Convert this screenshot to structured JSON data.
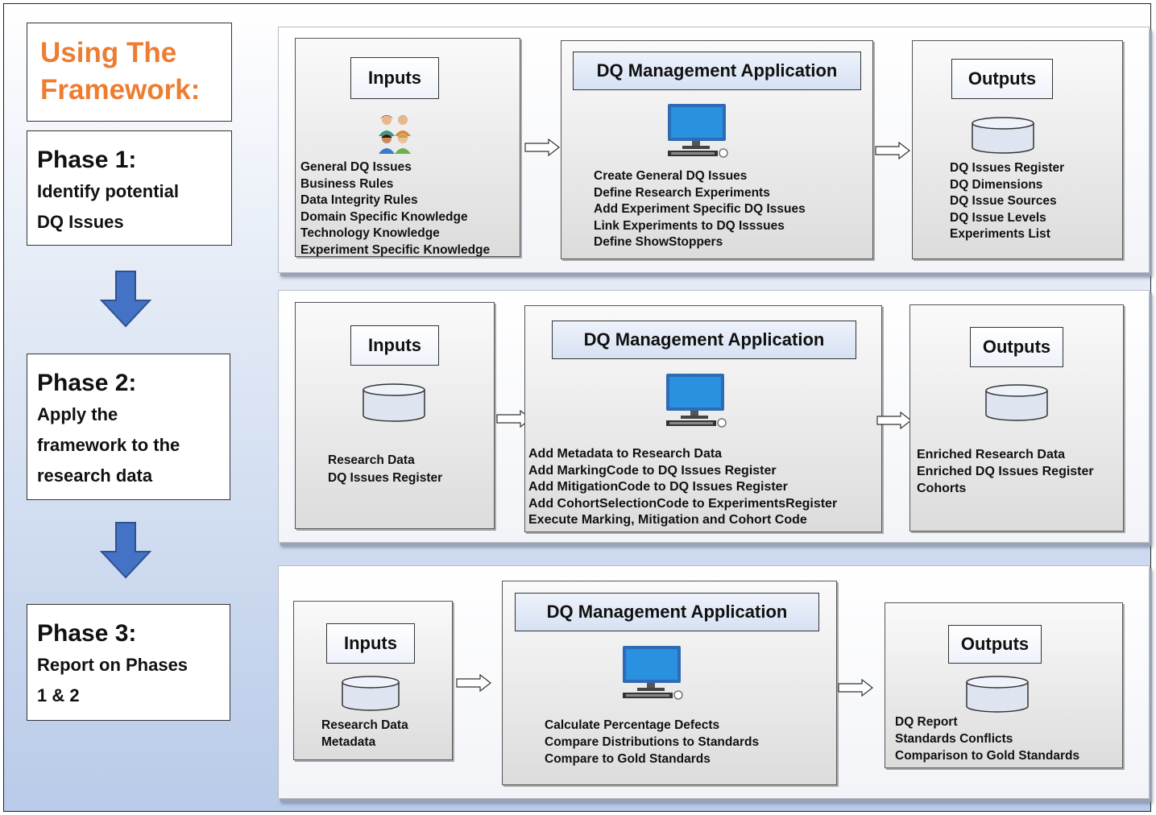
{
  "title": {
    "line1": "Using The",
    "line2": "Framework:"
  },
  "phases": [
    {
      "label": "Phase 1:",
      "desc": "Identify potential\nDQ Issues"
    },
    {
      "label": "Phase 2:",
      "desc": "Apply the\nframework to the\nresearch data"
    },
    {
      "label": "Phase 3:",
      "desc": "Report on Phases\n1 & 2"
    }
  ],
  "rows": [
    {
      "inputs_title": "Inputs",
      "inputs": [
        "General DQ Issues",
        "Business Rules",
        "Data Integrity Rules",
        "Domain Specific Knowledge",
        "Technology Knowledge",
        "Experiment Specific Knowledge"
      ],
      "app_title": "DQ Management Application",
      "app_steps": [
        "Create General DQ Issues",
        "Define Research Experiments",
        "Add Experiment Specific DQ Issues",
        "Link Experiments to DQ Isssues",
        "Define ShowStoppers"
      ],
      "outputs_title": "Outputs",
      "outputs": [
        "DQ Issues Register",
        "DQ Dimensions",
        "DQ Issue Sources",
        "DQ Issue Levels",
        "Experiments List"
      ]
    },
    {
      "inputs_title": "Inputs",
      "inputs": [
        "Research Data",
        "DQ Issues Register"
      ],
      "app_title": "DQ Management Application",
      "app_steps": [
        "Add Metadata to Research Data",
        "Add MarkingCode to DQ Issues Register",
        "Add MitigationCode to DQ Issues Register",
        "Add CohortSelectionCode to ExperimentsRegister",
        "Execute Marking, Mitigation and Cohort Code"
      ],
      "outputs_title": "Outputs",
      "outputs": [
        "Enriched Research Data",
        "Enriched DQ Issues Register",
        "Cohorts"
      ]
    },
    {
      "inputs_title": "Inputs",
      "inputs": [
        "Research Data",
        "Metadata"
      ],
      "app_title": "DQ Management Application",
      "app_steps": [
        "Calculate Percentage Defects",
        "Compare Distributions to Standards",
        "Compare to Gold Standards"
      ],
      "outputs_title": "Outputs",
      "outputs": [
        "DQ Report",
        "Standards Conflicts",
        "Comparison to Gold Standards"
      ]
    }
  ],
  "icons": {
    "people": "people-group-icon",
    "database": "database-icon",
    "computer": "computer-icon",
    "arrow_down": "arrow-down-icon",
    "arrow_right": "arrow-right-icon"
  },
  "colors": {
    "title": "#ed7d31",
    "arrow": "#4472c4"
  }
}
